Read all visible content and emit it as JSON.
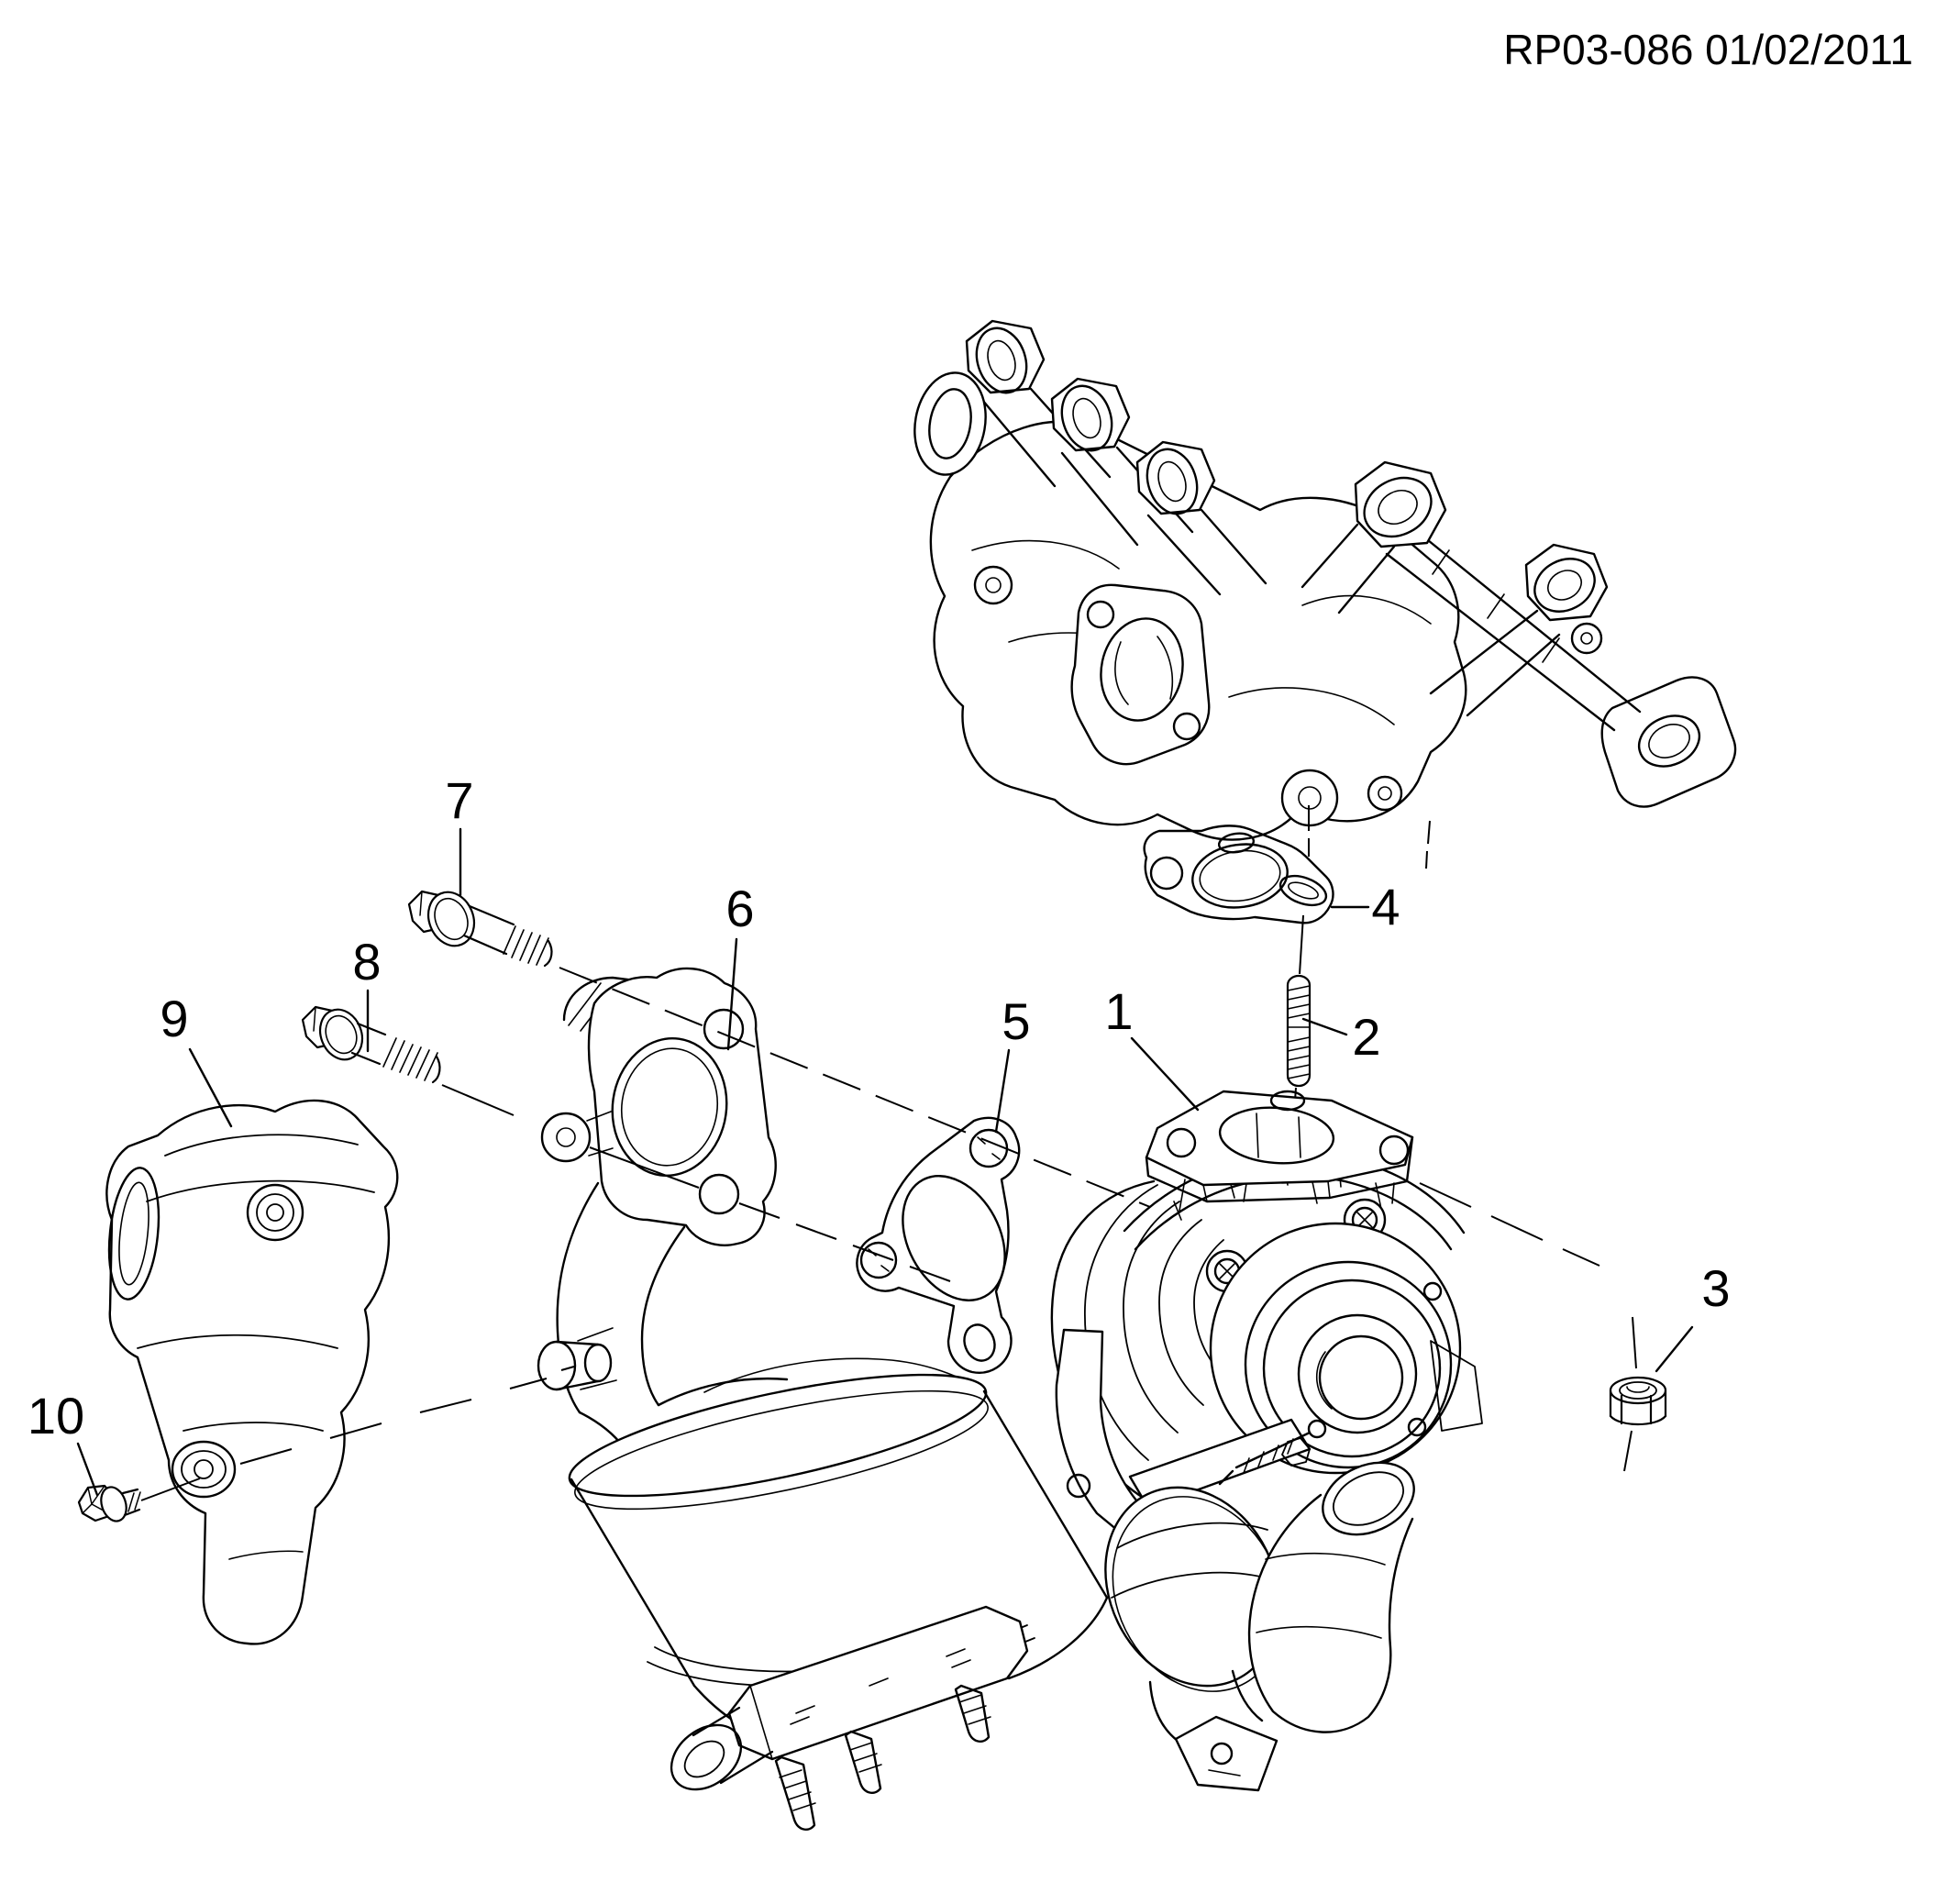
{
  "header": {
    "doc_ref": "RP03-086 01/02/2011"
  },
  "colors": {
    "background": "#ffffff",
    "line": "#000000",
    "text": "#000000"
  },
  "diagram": {
    "type": "exploded-parts-diagram",
    "callouts": [
      {
        "label": "1"
      },
      {
        "label": "2"
      },
      {
        "label": "3"
      },
      {
        "label": "4"
      },
      {
        "label": "5"
      },
      {
        "label": "6"
      },
      {
        "label": "7"
      },
      {
        "label": "8"
      },
      {
        "label": "9"
      },
      {
        "label": "10"
      }
    ]
  }
}
